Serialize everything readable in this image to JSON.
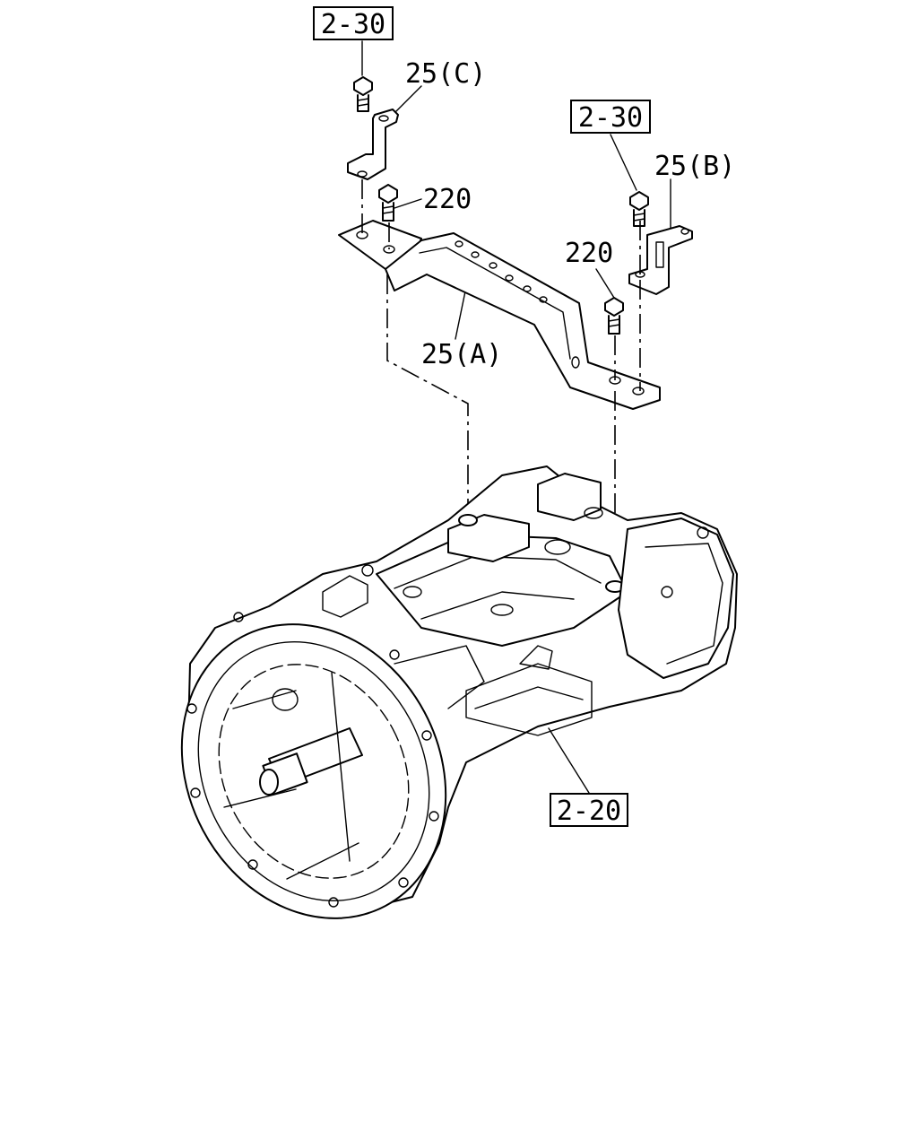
{
  "callouts": {
    "ref_top_left": "2-30",
    "ref_top_right": "2-30",
    "ref_bottom": "2-20",
    "bracket_c": "25(C)",
    "bracket_b": "25(B)",
    "bracket_a": "25(A)",
    "bolt_left": "220",
    "bolt_right": "220"
  }
}
